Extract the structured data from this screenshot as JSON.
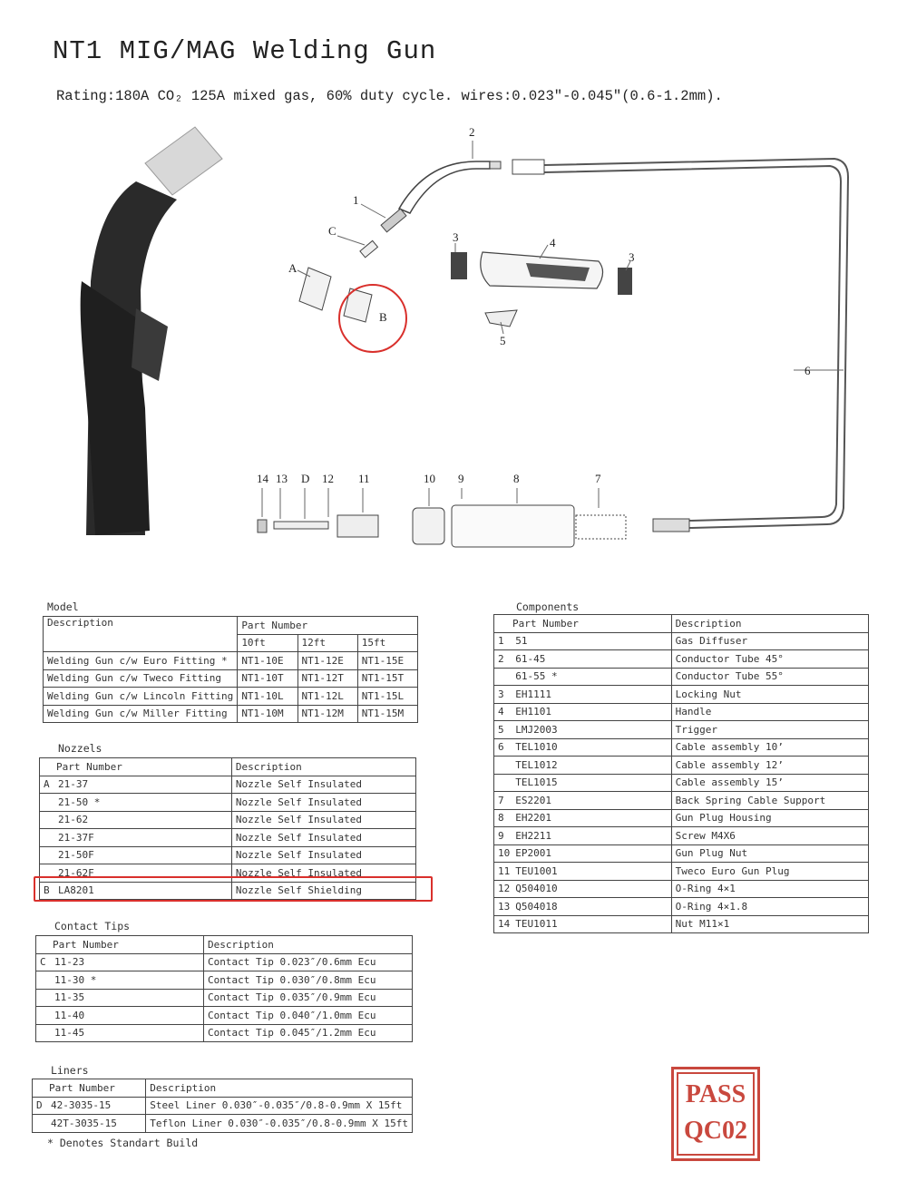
{
  "title": "NT1 MIG/MAG Welding Gun",
  "rating": "Rating:180A CO₂ 125A mixed gas, 60% duty cycle. wires:0.023″-0.045″(0.6-1.2mm).",
  "diagram_labels": [
    "1",
    "2",
    "3",
    "3",
    "4",
    "5",
    "6",
    "A",
    "B",
    "C",
    "14",
    "13",
    "D",
    "12",
    "11",
    "10",
    "9",
    "8",
    "7"
  ],
  "model": {
    "caption": "Model",
    "headers": [
      "Description",
      "Part Number",
      "10ft",
      "12ft",
      "15ft"
    ],
    "rows": [
      [
        "Welding Gun c/w Euro Fitting *",
        "NT1-10E",
        "NT1-12E",
        "NT1-15E"
      ],
      [
        "Welding Gun c/w Tweco Fitting",
        "NT1-10T",
        "NT1-12T",
        "NT1-15T"
      ],
      [
        "Welding Gun c/w Lincoln Fitting",
        "NT1-10L",
        "NT1-12L",
        "NT1-15L"
      ],
      [
        "Welding Gun c/w Miller Fitting",
        "NT1-10M",
        "NT1-12M",
        "NT1-15M"
      ]
    ]
  },
  "nozzles": {
    "caption": "Nozzels",
    "headers": [
      "Part Number",
      "Description"
    ],
    "rows": [
      [
        "A",
        "21-37",
        "Nozzle Self Insulated"
      ],
      [
        "",
        "21-50 *",
        "Nozzle Self Insulated"
      ],
      [
        "",
        "21-62",
        "Nozzle Self Insulated"
      ],
      [
        "",
        "21-37F",
        "Nozzle Self Insulated"
      ],
      [
        "",
        "21-50F",
        "Nozzle Self Insulated"
      ],
      [
        "",
        "21-62F",
        "Nozzle Self Insulated"
      ],
      [
        "B",
        "LA8201",
        "Nozzle Self Shielding"
      ]
    ]
  },
  "contact_tips": {
    "caption": "Contact Tips",
    "headers": [
      "Part Number",
      "Description"
    ],
    "rows": [
      [
        "C",
        "11-23",
        "Contact Tip 0.023″/0.6mm Ecu"
      ],
      [
        "",
        "11-30 *",
        "Contact Tip 0.030″/0.8mm Ecu"
      ],
      [
        "",
        "11-35",
        "Contact Tip 0.035″/0.9mm Ecu"
      ],
      [
        "",
        "11-40",
        "Contact Tip 0.040″/1.0mm Ecu"
      ],
      [
        "",
        "11-45",
        "Contact Tip 0.045″/1.2mm Ecu"
      ]
    ]
  },
  "liners": {
    "caption": "Liners",
    "headers": [
      "Part Number",
      "Description"
    ],
    "rows": [
      [
        "D",
        "42-3035-15",
        "Steel Liner 0.030″-0.035″/0.8-0.9mm X 15ft"
      ],
      [
        "",
        "42T-3035-15",
        "Teflon Liner 0.030″-0.035″/0.8-0.9mm X 15ft"
      ]
    ]
  },
  "footnote": "* Denotes Standart Build",
  "components": {
    "caption": "Components",
    "headers": [
      "Part Number",
      "Description"
    ],
    "rows": [
      [
        "1",
        "51",
        "Gas Diffuser"
      ],
      [
        "2",
        "61-45",
        "Conductor Tube 45°"
      ],
      [
        "",
        "61-55 *",
        "Conductor Tube 55°"
      ],
      [
        "3",
        "EH1111",
        "Locking Nut"
      ],
      [
        "4",
        "EH1101",
        "Handle"
      ],
      [
        "5",
        "LMJ2003",
        "Trigger"
      ],
      [
        "6",
        "TEL1010",
        "Cable assembly 10’"
      ],
      [
        "",
        "TEL1012",
        "Cable assembly 12’"
      ],
      [
        "",
        "TEL1015",
        "Cable assembly 15’"
      ],
      [
        "7",
        "ES2201",
        "Back Spring Cable Support"
      ],
      [
        "8",
        "EH2201",
        "Gun Plug Housing"
      ],
      [
        "9",
        "EH2211",
        "Screw M4X6"
      ],
      [
        "10",
        "EP2001",
        "Gun Plug Nut"
      ],
      [
        "11",
        "TEU1001",
        "Tweco Euro Gun Plug"
      ],
      [
        "12",
        "Q504010",
        "O-Ring 4×1"
      ],
      [
        "13",
        "Q504018",
        "O-Ring 4×1.8"
      ],
      [
        "14",
        "TEU1011",
        "Nut M11×1"
      ]
    ]
  },
  "stamp": {
    "line1": "PASS",
    "line2": "QC02"
  },
  "colors": {
    "highlight": "#d9302c",
    "stamp": "#c9483e"
  }
}
